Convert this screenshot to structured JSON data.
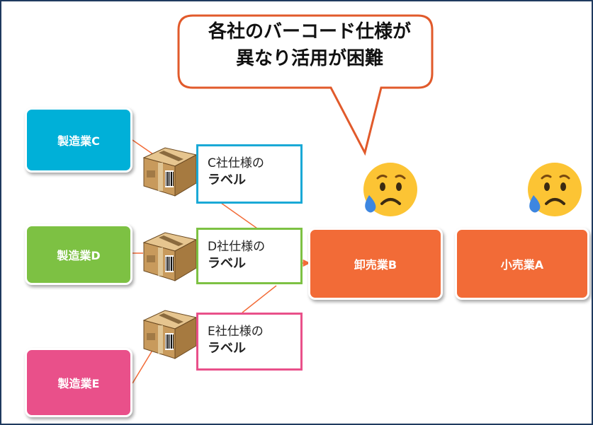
{
  "callout": {
    "line1": "各社のバーコード仕様が",
    "line2": "異なり活用が困難"
  },
  "manufacturers": [
    {
      "name": "製造業C",
      "color": "#00b0d8"
    },
    {
      "name": "製造業D",
      "color": "#7dc143"
    },
    {
      "name": "製造業E",
      "color": "#e9508a"
    }
  ],
  "labels": [
    {
      "line1": "C社仕様の",
      "line2": "ラベル",
      "border_color": "#1aa9d6"
    },
    {
      "line1": "D社仕様の",
      "line2": "ラベル",
      "border_color": "#7dc143"
    },
    {
      "line1": "E社仕様の",
      "line2": "ラベル",
      "border_color": "#e9508a"
    }
  ],
  "wholesaler": {
    "name": "卸売業B",
    "color": "#f26b37"
  },
  "retailer": {
    "name": "小売業A",
    "color": "#f26b37"
  },
  "colors": {
    "frame": "#1f3a5f",
    "connector": "#f26b37",
    "callout_border": "#e15a2b",
    "emoji_face": "#fcc434",
    "tear": "#3d86e0"
  },
  "icons": [
    "cardboard-box-icon",
    "barcode-icon",
    "sad-face-icon",
    "tear-icon"
  ]
}
